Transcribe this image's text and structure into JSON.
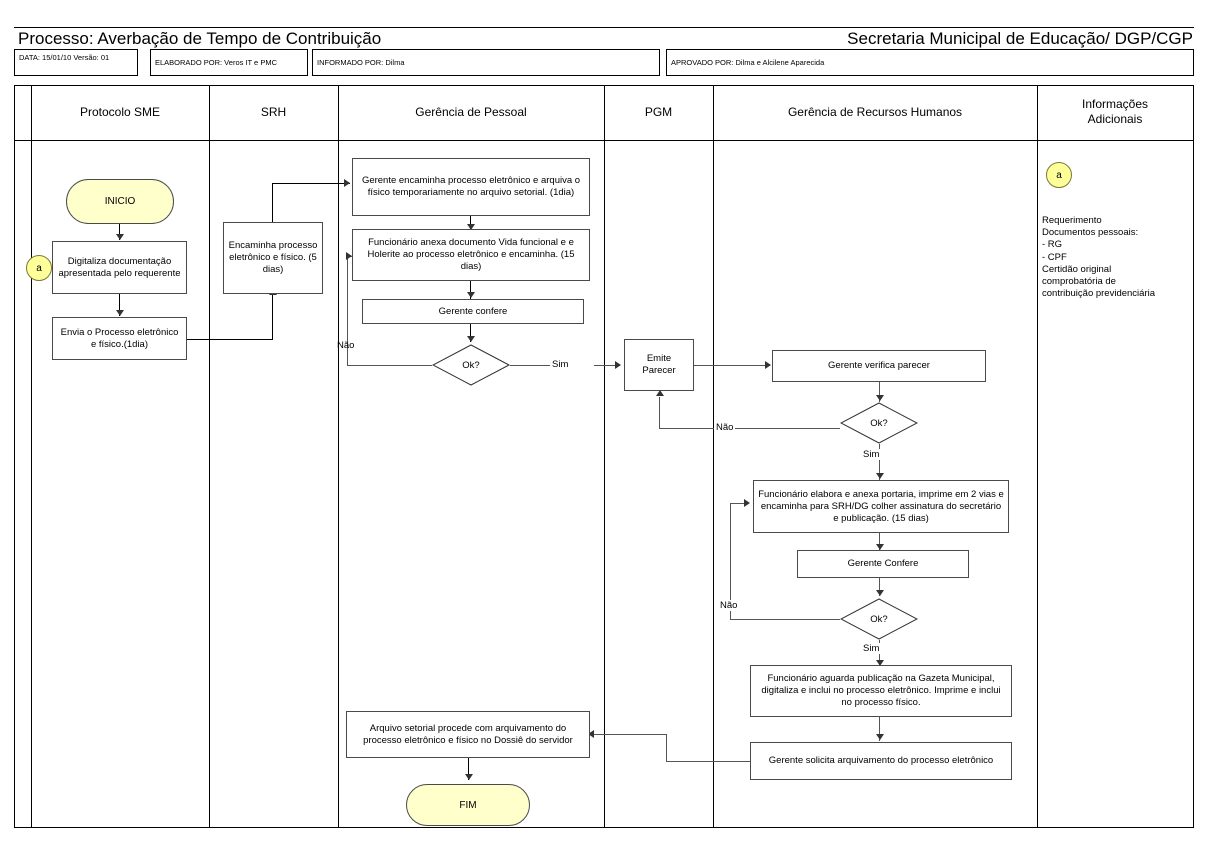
{
  "header": {
    "process_label": "Processo: Averbação de Tempo de Contribuição",
    "organization": "Secretaria Municipal de Educação/ DGP/CGP",
    "meta": [
      {
        "name": "meta-date-version",
        "text": "DATA: 15/01/10\nVersão: 01"
      },
      {
        "name": "meta-elaborated-by",
        "text": "ELABORADO POR: Veros IT e PMC"
      },
      {
        "name": "meta-informed-by",
        "text": "INFORMADO POR: Dilma"
      },
      {
        "name": "meta-approved-by",
        "text": "APROVADO POR: Dilma e Alcilene Aparecida"
      }
    ]
  },
  "lanes": [
    {
      "id": "protocolo-sme",
      "title": "Protocolo SME"
    },
    {
      "id": "srh",
      "title": "SRH"
    },
    {
      "id": "gerencia-de-pessoal",
      "title": "Gerência de Pessoal"
    },
    {
      "id": "pgm",
      "title": "PGM"
    },
    {
      "id": "gerencia-de-recursos-humanos",
      "title": "Gerência de Recursos Humanos"
    },
    {
      "id": "informacoes-adicionais",
      "title": "Informações\nAdicionais"
    }
  ],
  "nodes": {
    "inicio": "INICIO",
    "digitaliza": "Digitaliza documentação apresentada pelo requerente",
    "envia_processo": "Envia o Processo eletrônico e físico.(1dia)",
    "connector_a_left": "a",
    "encaminha_processo": "Encaminha processo eletrônico e físico. (5 dias)",
    "gerente_encaminha": "Gerente encaminha processo eletrônico e arquiva o físico temporariamente no arquivo setorial. (1dia)",
    "funcionario_anexa": "Funcionário anexa documento Vida funcional e e Holerite ao processo eletrônico e encaminha. (15 dias)",
    "gerente_confere": "Gerente confere",
    "decision_gp": "Ok?",
    "emite_parecer": "Emite Parecer",
    "gerente_verifica_parecer": "Gerente verifica parecer",
    "decision_rh1": "Ok?",
    "funcionario_elabora": "Funcionário elabora e anexa portaria, imprime em 2 vias e encaminha para SRH/DG colher assinatura do secretário e publicação. (15 dias)",
    "gerente_confere2": "Gerente Confere",
    "decision_rh2": "Ok?",
    "funcionario_aguarda": "Funcionário aguarda publicação na Gazeta Municipal, digitaliza e inclui no processo eletrônico. Imprime e inclui no processo físico.",
    "gerente_solicita": "Gerente solicita arquivamento do processo eletrônico",
    "arquivo_setorial": "Arquivo setorial procede com arquivamento do processo eletrônico e físico no Dossiê do servidor",
    "fim": "FIM"
  },
  "edge_labels": {
    "gp_nao": "Não",
    "gp_sim": "Sim",
    "rh1_nao": "Não",
    "rh1_sim": "Sim",
    "rh2_nao": "Não",
    "rh2_sim": "Sim"
  },
  "additional_info": {
    "connector_a": "a",
    "text": "Requerimento\nDocumentos pessoais:\n-  RG\n-  CPF\nCertidão original\ncomprobatória de\ncontribuição previdenciária"
  },
  "colors": {
    "terminator_fill": "#ffffcc",
    "connector_fill": "#ffff99",
    "node_border": "#4a4a4a",
    "line": "#555555",
    "duration_text": "#006600"
  }
}
